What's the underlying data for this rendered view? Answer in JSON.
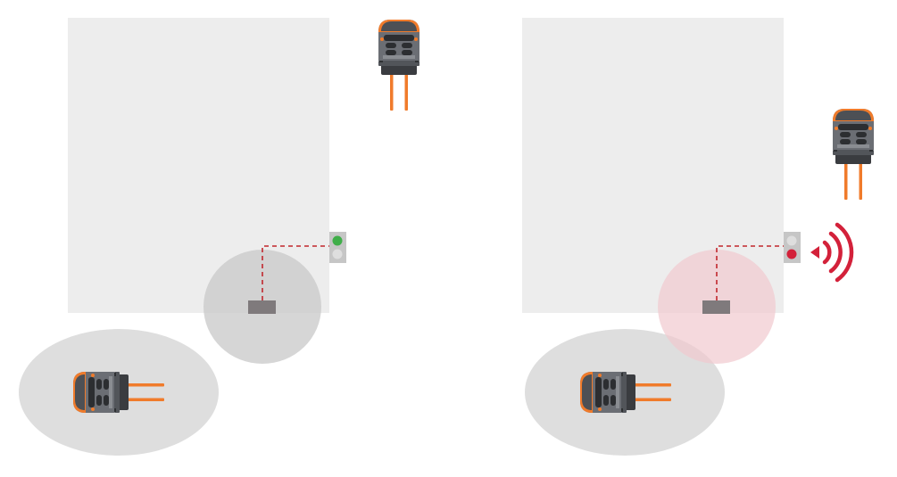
{
  "panels": [
    {
      "id": "left",
      "state": "clear",
      "signal_light": {
        "active": "green"
      },
      "proximity_zone_detects_forklift": false,
      "forklifts": [
        {
          "heading": "down"
        },
        {
          "heading": "right"
        }
      ]
    },
    {
      "id": "right",
      "state": "warning",
      "signal_light": {
        "active": "red"
      },
      "proximity_zone_detects_forklift": true,
      "warning_signal": true,
      "forklifts": [
        {
          "heading": "down"
        },
        {
          "heading": "right"
        }
      ]
    }
  ],
  "colors": {
    "room": "#ededed",
    "zone_gray": "#c8c8c8",
    "zone_alert": "#f1c9cf",
    "light_green": "#3fae49",
    "light_red": "#d3213a",
    "light_off": "#dedede",
    "wire": "#c1272d",
    "sensor": "#7f7a7c",
    "forklift_body": "#6b6e74",
    "forklift_accent": "#f07b2b"
  }
}
